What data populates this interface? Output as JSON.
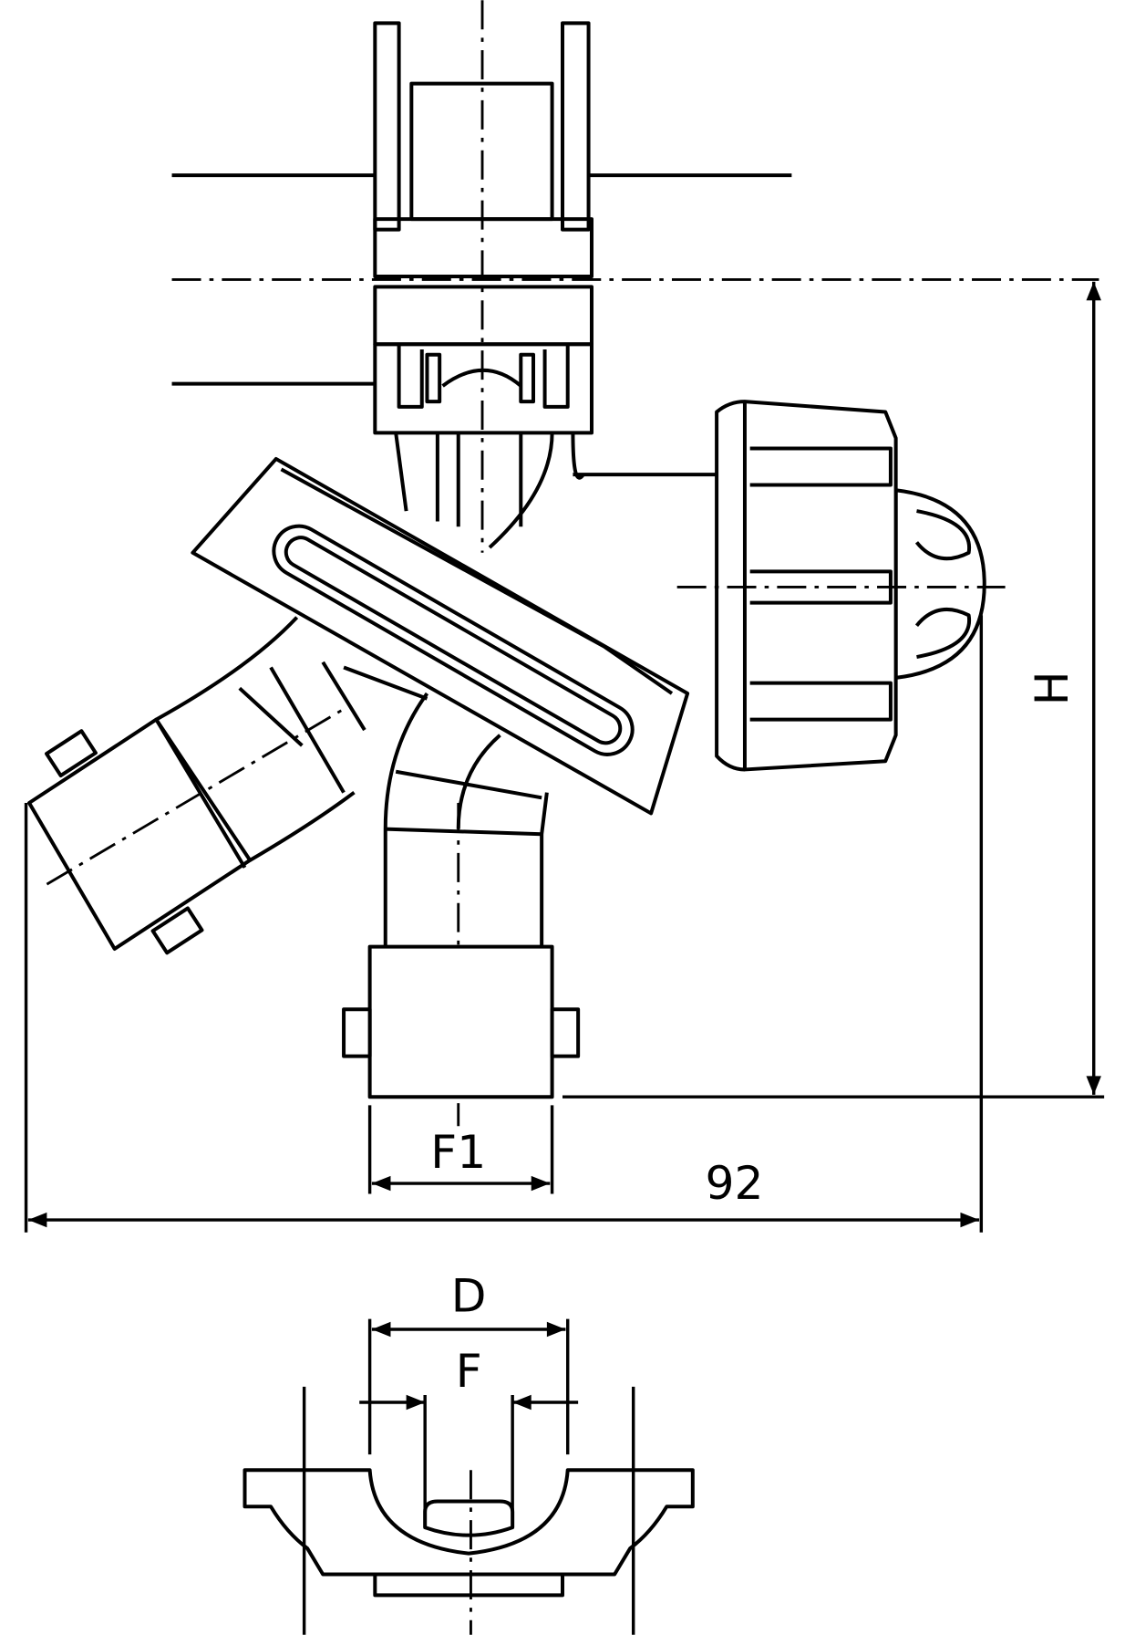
{
  "drawing": {
    "dimensions": {
      "height_label": "H",
      "width_label": "92",
      "flange_label": "F1",
      "diameter_label": "D",
      "inner_label": "F"
    },
    "colors": {
      "line": "#000000",
      "background": "#ffffff"
    }
  }
}
